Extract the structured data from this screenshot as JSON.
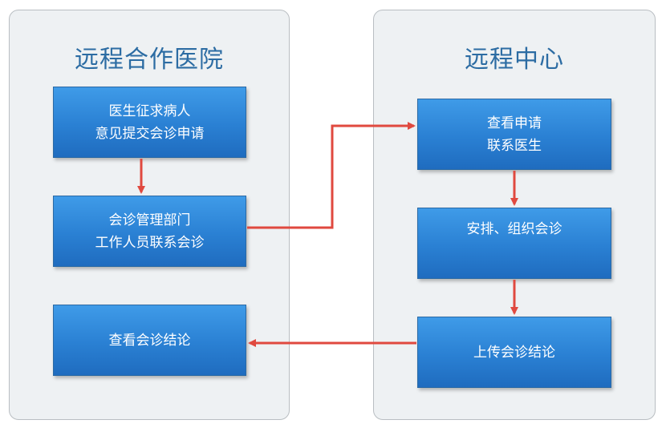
{
  "left_panel": {
    "title": "远程合作医院",
    "steps": [
      {
        "lines": [
          "医生征求病人",
          "意见提交会诊申请"
        ]
      },
      {
        "lines": [
          "会诊管理部门",
          "工作人员联系会诊"
        ]
      },
      {
        "lines": [
          "查看会诊结论"
        ]
      }
    ]
  },
  "right_panel": {
    "title": "远程中心",
    "steps": [
      {
        "lines": [
          "查看申请",
          "联系医生"
        ]
      },
      {
        "lines": [
          "安排、组织会诊"
        ]
      },
      {
        "lines": [
          "上传会诊结论"
        ]
      }
    ]
  },
  "colors": {
    "panel_bg": "#eef1f3",
    "panel_border": "#b9bec2",
    "title_text": "#2c6ca3",
    "box_fill": "#2a80d3",
    "box_text": "#ffffff",
    "arrow": "#e0493f"
  }
}
